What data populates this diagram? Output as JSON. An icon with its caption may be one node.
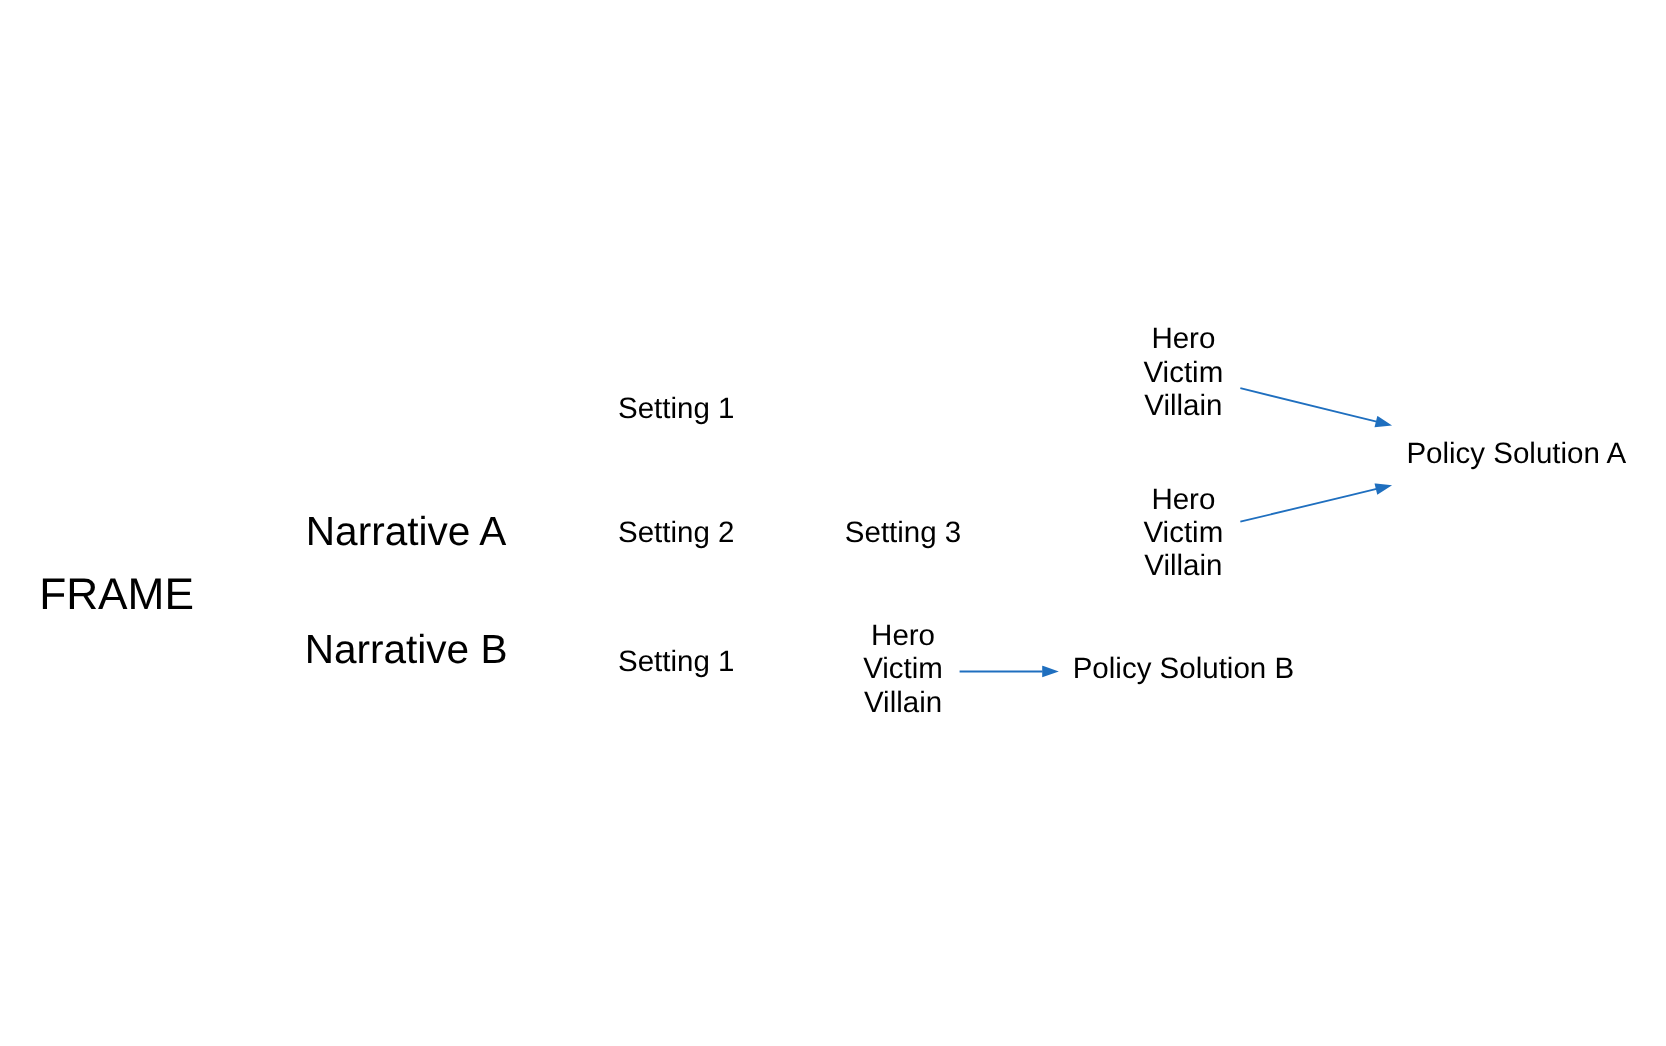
{
  "diagram": {
    "nodes": [
      {
        "text": [
          "Hero Victim Villain"
        ]
      },
      {
        "text": [
          "Hero Victim Villain"
        ]
      },
      {
        "text": [
          "Policy Solution A"
        ]
      },
      {
        "text": [
          "Hero Victim Villain"
        ]
      },
      {
        "text": [
          "Policy Solution B"
        ]
      }
    ],
    "edges": [
      {
        "from": 0,
        "to": 2,
        "arrow": "to"
      },
      {
        "from": 1,
        "to": 2,
        "arrow": "to"
      },
      {
        "from": 3,
        "to": 4,
        "arrow": "to"
      }
    ],
    "labels": [
      "FRAME",
      "Narrative A",
      "Setting 1",
      "Setting 2",
      "Setting 3",
      "Narrative B",
      "Setting 1"
    ]
  }
}
